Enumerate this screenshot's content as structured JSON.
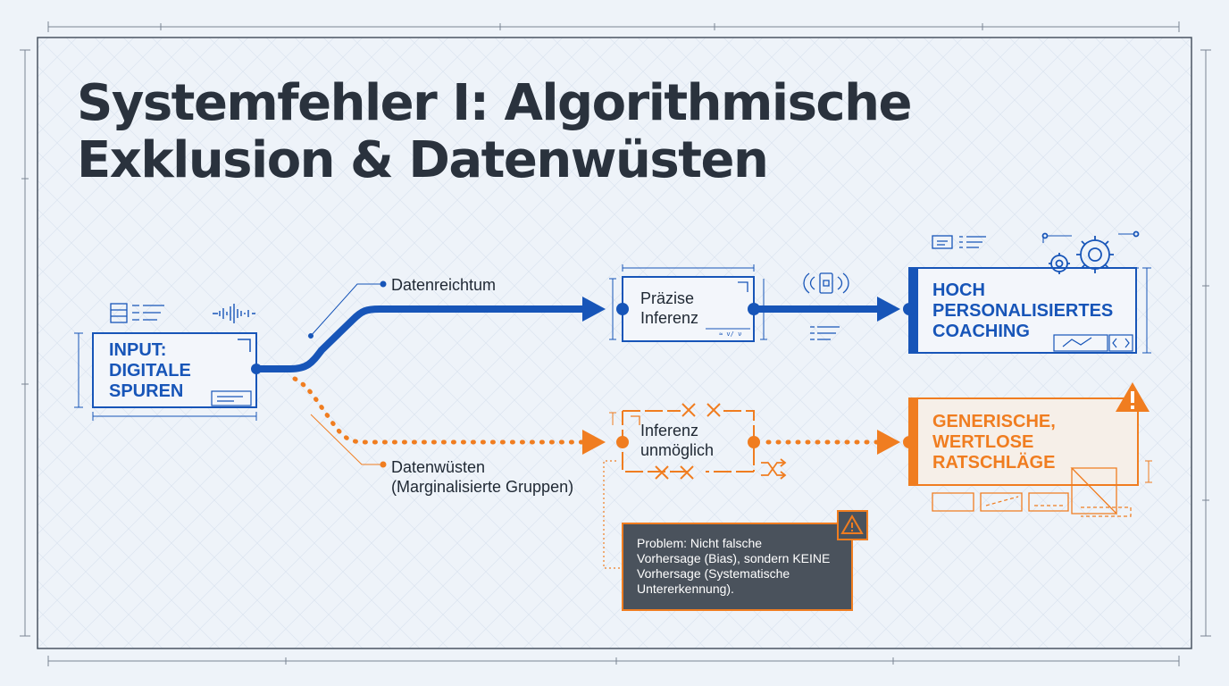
{
  "title": {
    "line1": "Systemfehler I: Algorithmische",
    "line2": "Exklusion & Datenwüsten"
  },
  "input_box": {
    "lines": [
      "INPUT:",
      "DIGITALE",
      "SPUREN"
    ]
  },
  "branches": {
    "rich_label": "Datenreichtum",
    "desert_label_1": "Datenwüsten",
    "desert_label_2": "(Marginalisierte Gruppen)"
  },
  "precise_box": {
    "lines": [
      "Präzise",
      "Inferenz"
    ]
  },
  "impossible_box": {
    "lines": [
      "Inferenz",
      "unmöglich"
    ]
  },
  "coaching_box": {
    "lines": [
      "HOCH",
      "PERSONALISIERTES",
      "COACHING"
    ]
  },
  "generic_box": {
    "lines": [
      "GENERISCHE,",
      "WERTLOSE",
      "RATSCHLÄGE"
    ]
  },
  "problem_note": {
    "lines": [
      "Problem: Nicht falsche",
      "Vorhersage (Bias), sondern KEINE",
      "Vorhersage (Systematische",
      "Untererkennung)."
    ]
  },
  "colors": {
    "blue": "#1755b8",
    "orange": "#f07d20",
    "dark_text": "#2a323d",
    "note_bg": "#4a525c",
    "background": "#eef3f9"
  },
  "icons": [
    "server-icon",
    "waveform-icon",
    "wireless-tag-icon",
    "gear-icon",
    "warning-icon",
    "shuffle-icon"
  ]
}
